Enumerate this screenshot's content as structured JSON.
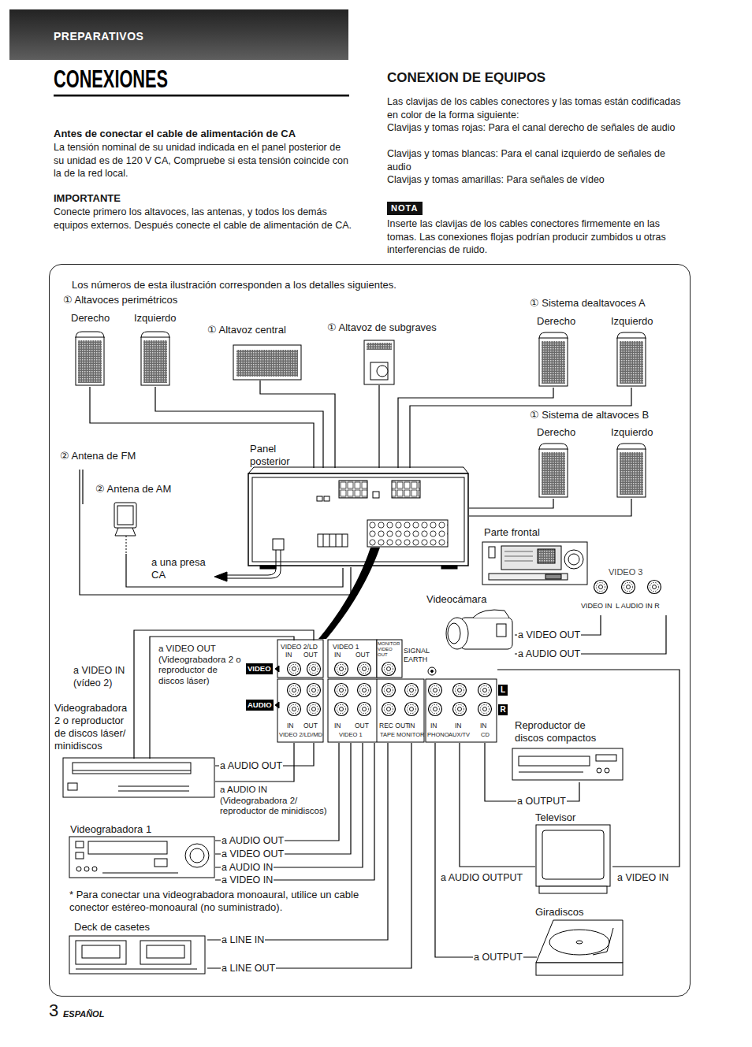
{
  "diagram": {
    "title": "CONEXIONES",
    "nodes": [
      {
        "text": [
          "PREPARATIVOS"
        ]
      },
      {
        "text": [
          "NOTA"
        ]
      },
      {
        "text": [
          "Los números de esta ilustración corresponden a los detalles siguientes."
        ]
      },
      {
        "text": [
          "Derecho"
        ],
        "in": 2
      },
      {
        "text": [
          "Izquierdo"
        ],
        "in": 2
      },
      {
        "text": [
          "① Altavoz central"
        ],
        "in": 2
      },
      {
        "text": [
          "① Altavoz de subgraves"
        ],
        "in": 2
      },
      {
        "text": [
          "Derecho"
        ],
        "in": 2
      },
      {
        "text": [
          "Izquierdo"
        ],
        "in": 2
      },
      {
        "text": [
          "Derecho"
        ],
        "in": 2
      },
      {
        "text": [
          "Izquierdo"
        ],
        "in": 2
      },
      {
        "text": [
          "② Antena de AM"
        ],
        "in": 2
      },
      {
        "text": [
          "Panel posterior"
        ],
        "in": 2
      },
      {
        "text": [
          "Parte frontal"
        ],
        "in": 2
      },
      {
        "text": [
          "Videocámara"
        ],
        "in": 2
      },
      {
        "text": [
          "VIDEO 2/LD",
          "VIDEO 1"
        ],
        "in": 2
      },
      {
        "text": [
          "Videograbadora 2 o reproductor de discos láser/ minidiscos"
        ],
        "in": 2
      },
      {
        "text": [
          "Videograbadora 1"
        ],
        "in": 2
      },
      {
        "text": [
          "Deck de casetes"
        ],
        "in": 2
      },
      {
        "text": [
          "Reproductor de discos compactos"
        ],
        "in": 2
      },
      {
        "text": [
          "Televisor"
        ],
        "in": 2
      },
      {
        "text": [
          "Giradiscos"
        ],
        "in": 2
      }
    ],
    "edges": [
      {
        "from": 3,
        "to": 12,
        "arrow": "none"
      },
      {
        "from": 4,
        "to": 12,
        "arrow": "none"
      },
      {
        "from": 5,
        "to": 12,
        "arrow": "none"
      },
      {
        "from": 6,
        "to": 12,
        "arrow": "none"
      },
      {
        "from": 7,
        "to": 12,
        "arrow": "none"
      },
      {
        "from": 8,
        "to": 12,
        "arrow": "none"
      },
      {
        "from": 9,
        "to": 12,
        "arrow": "none"
      },
      {
        "from": 10,
        "to": 12,
        "arrow": "none"
      },
      {
        "from": 11,
        "to": 12,
        "arrow": "none"
      },
      {
        "from": 14,
        "to": 13,
        "label": "a VIDEO OUT",
        "arrow": "none"
      },
      {
        "from": 14,
        "to": 13,
        "label": "a AUDIO OUT",
        "arrow": "none"
      },
      {
        "from": 15,
        "to": 16,
        "label": "a VIDEO IN (vídeo 2)",
        "arrow": "none"
      },
      {
        "from": 16,
        "to": 15,
        "label": "a VIDEO OUT (Videograbadora 2 o reproductor de discos láser)",
        "arrow": "none"
      },
      {
        "from": 16,
        "to": 15,
        "label": "a AUDIO OUT",
        "arrow": "none"
      },
      {
        "from": 15,
        "to": 16,
        "label": "a AUDIO IN (Videograbadora 2/ reproductor de minidiscos)",
        "arrow": "none"
      },
      {
        "from": 17,
        "to": 15,
        "label": "a AUDIO OUT",
        "arrow": "none"
      },
      {
        "from": 17,
        "to": 15,
        "label": "a VIDEO OUT",
        "arrow": "none"
      },
      {
        "from": 15,
        "to": 17,
        "label": "a AUDIO IN",
        "arrow": "none"
      },
      {
        "from": 15,
        "to": 17,
        "label": "a VIDEO IN",
        "arrow": "none"
      },
      {
        "from": 15,
        "to": 18,
        "label": "a LINE IN",
        "arrow": "none"
      },
      {
        "from": 18,
        "to": 15,
        "label": "a LINE OUT",
        "arrow": "none"
      },
      {
        "from": 19,
        "to": 15,
        "label": "a OUTPUT",
        "arrow": "none"
      },
      {
        "from": 20,
        "to": 15,
        "label": "a AUDIO OUTPUT",
        "arrow": "none"
      },
      {
        "from": 15,
        "to": 20,
        "label": "a VIDEO IN",
        "arrow": "none"
      },
      {
        "from": 21,
        "to": 15,
        "label": "a OUTPUT",
        "arrow": "none"
      }
    ],
    "labels": [
      "CONEXION DE EQUIPOS",
      "Antes de conectar el cable de alimentación de CA",
      "La tensión nominal de su unidad indicada en el panel posterior de su unidad es de 120 V CA, Compruebe si esta tensión coincide con la de la red local.",
      "IMPORTANTE",
      "Conecte primero los altavoces, las antenas, y todos los demás equipos externos. Después conecte el cable de alimentación de CA.",
      "Las clavijas de los cables conectores y las tomas están codificadas en color de la forma siguiente:",
      "Clavijas y tomas rojas: Para el canal derecho de señales de audio",
      "Clavijas y tomas blancas: Para el canal izquierdo de señales de audio",
      "Clavijas y tomas amarillas: Para señales de vídeo",
      "Inserte las clavijas de los cables conectores firmemente en las tomas. Las conexiones flojas podrían producir zumbidos u otras interferencias de ruido.",
      "① Altavoces perimétricos",
      "① Sistema dealtavoces A",
      "① Sistema de altavoces B",
      "② Antena de FM",
      "a una presa CA",
      "VIDEO 3",
      "VIDEO IN",
      "L AUDIO IN R",
      "VIDEO",
      "AUDIO",
      "MONITOR VIDEO OUT",
      "SIGNAL EARTH",
      "IN",
      "OUT",
      "IN",
      "OUT",
      "IN",
      "OUT",
      "IN",
      "OUT",
      "REC OUT",
      "IN",
      "IN",
      "IN",
      "IN",
      "VIDEO 2/LD/MD",
      "VIDEO 1",
      "TAPE MONITOR",
      "PHONO",
      "AUX/TV",
      "CD",
      "L",
      "R",
      "* Para conectar una videograbadora monoaural, utilice un cable conector estéreo-monoaural (no suministrado).",
      "3",
      "ESPAÑOL"
    ]
  }
}
